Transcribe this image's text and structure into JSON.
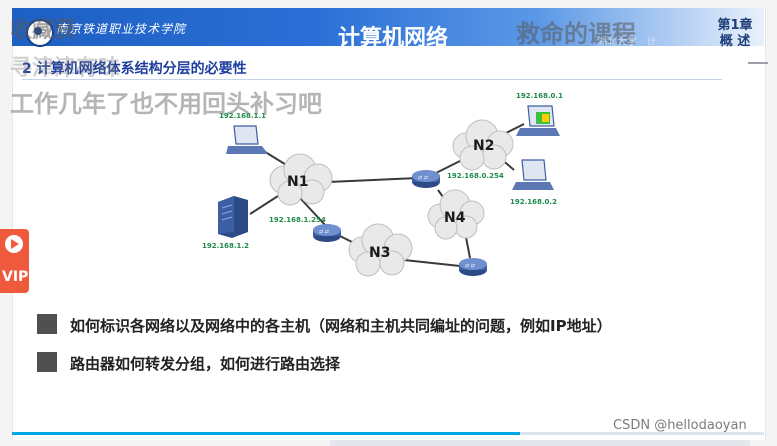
{
  "header": {
    "school": "南京铁道职业技术学院",
    "title": "计算机网络",
    "chapter_line1": "第1章",
    "chapter_line2": "概 述"
  },
  "overlays": {
    "top_left": "收藏获",
    "top_right": "救命的课程",
    "line2": "寻津津有味",
    "line3": "工作几年了也不用回头补习吧",
    "faint": "湖北大学 · 计"
  },
  "section_title": "2 计算机网络体系结构分层的必要性",
  "side_tab": {
    "label": "VIP"
  },
  "diagram": {
    "nodes": [
      "N1",
      "N2",
      "N3",
      "N4"
    ],
    "ips": [
      "192.168.1.1",
      "192.168.1.2",
      "192.168.1.254",
      "192.168.0.254",
      "192.168.0.1",
      "192.168.0.2"
    ]
  },
  "bullets": [
    "如何标识各网络以及网络中的各主机（网络和主机共同编址的问题，例如IP地址）",
    "路由器如何转发分组，如何进行路由选择"
  ],
  "progress": {
    "fraction": 0.675
  },
  "watermark": "CSDN @hellodaoyan",
  "colors": {
    "header_blue": "#1d5fc4",
    "accent_red": "#f05a3c",
    "progress": "#00a6e8",
    "ip_green": "#1e8a4a"
  }
}
